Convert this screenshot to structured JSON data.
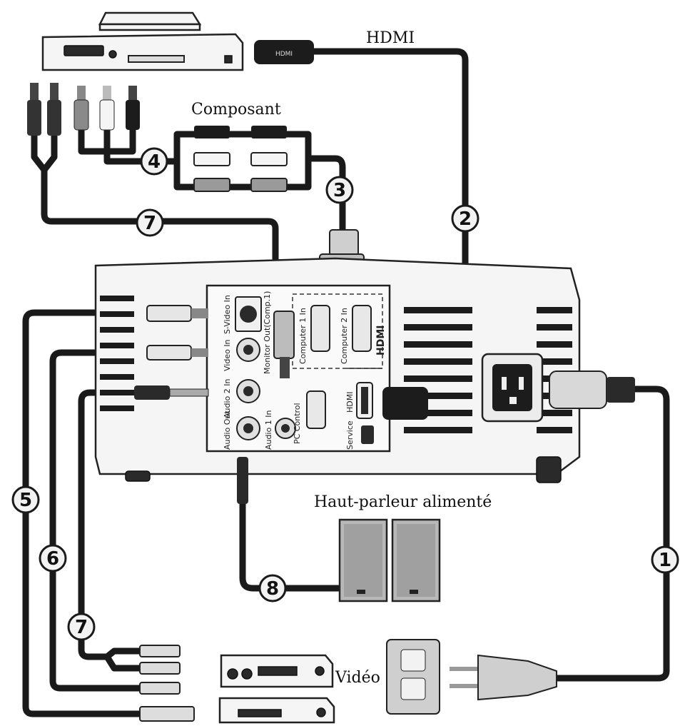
{
  "labels": {
    "hdmi": "HDMI",
    "composant": "Composant",
    "speaker": "Haut-parleur alimenté",
    "video": "Vidéo"
  },
  "port_labels": {
    "s_video_in": "S-Video In",
    "video_in": "Video In",
    "audio_2_in": "Audio 2 In",
    "audio_out": "Audio Out",
    "audio_1_in": "Audio 1 In",
    "monitor_out": "Monitor Out(Comp.1)",
    "computer_1_in": "Computer 1 In",
    "computer_2_in": "Computer 2 In",
    "hdmi_logo": "HDMI",
    "hdmi_port": "HDMI",
    "pc_control": "PC Control",
    "service": "Service",
    "hdmi_plug": "HDMI"
  },
  "badges": [
    "1",
    "2",
    "3",
    "4",
    "5",
    "6",
    "7",
    "7",
    "8"
  ]
}
